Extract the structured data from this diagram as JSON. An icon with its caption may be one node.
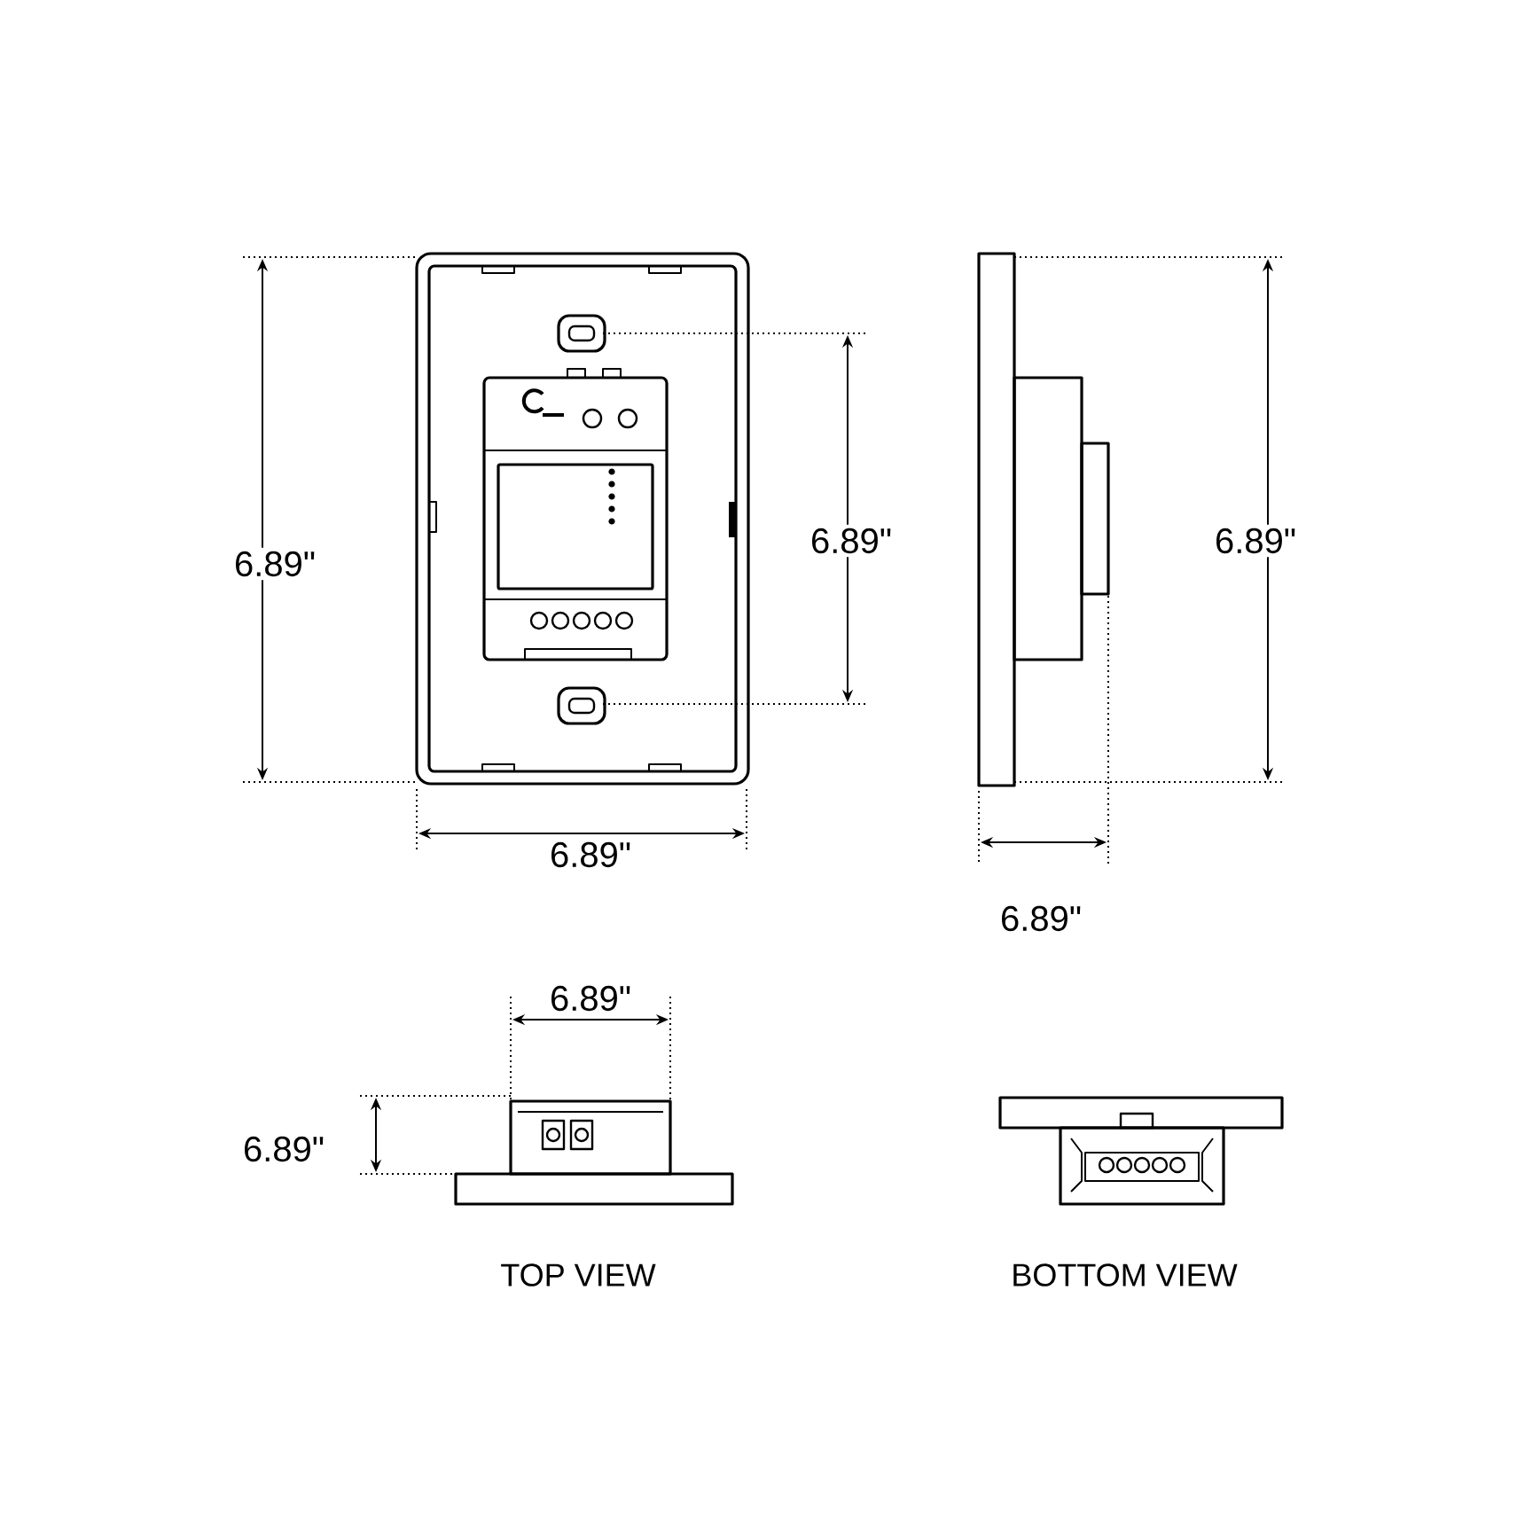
{
  "diagram": {
    "labels": [
      "6.89\"",
      "6.89\"",
      "6.89\"",
      "6.89\"",
      "6.89\"",
      "6.89\"",
      "6.89\"",
      "TOP VIEW",
      "BOTTOM VIEW"
    ]
  }
}
